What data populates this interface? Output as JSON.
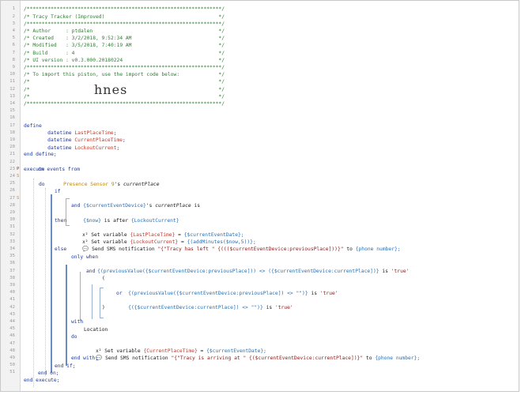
{
  "editor": {
    "lines": [
      {
        "n": "1",
        "t": "/*****************************************************************/",
        "c": "cm"
      },
      {
        "n": "2",
        "t": "/* Tracy Tracker (Improved)                                      */",
        "c": "cm"
      },
      {
        "n": "3",
        "t": "/*****************************************************************/",
        "c": "cm"
      },
      {
        "n": "4",
        "t": "/* Author     : ptdalen                                          */",
        "c": "cm"
      },
      {
        "n": "5",
        "t": "/* Created    : 3/2/2018, 9:52:34 AM                             */",
        "c": "cm"
      },
      {
        "n": "6",
        "t": "/* Modified   : 3/5/2018, 7:40:19 AM                             */",
        "c": "cm"
      },
      {
        "n": "7",
        "t": "/* Build      : 4                                                */",
        "c": "cm"
      },
      {
        "n": "8",
        "t": "/* UI version : v0.3.000.20180224                                */",
        "c": "cm"
      },
      {
        "n": "9",
        "t": "/*****************************************************************/",
        "c": "cm"
      },
      {
        "n": "10",
        "t": "/* To import this piston, use the import code below:             */",
        "c": "cm"
      },
      {
        "n": "11",
        "t": "/*                                                               */",
        "c": "cm"
      },
      {
        "n": "12",
        "t": "/*                                                               */",
        "c": "cm"
      },
      {
        "n": "13",
        "t": "/*                                                               */",
        "c": "cm"
      },
      {
        "n": "14",
        "t": "/*****************************************************************/",
        "c": "cm"
      },
      {
        "n": "15",
        "t": "",
        "c": ""
      },
      {
        "n": "16",
        "t": "",
        "c": ""
      },
      {
        "n": "17",
        "t": "define",
        "c": "kw"
      },
      {
        "n": "18",
        "t": "",
        "c": ""
      },
      {
        "n": "19",
        "t": "",
        "c": ""
      },
      {
        "n": "20",
        "t": "",
        "c": ""
      },
      {
        "n": "21",
        "t": "end define;",
        "c": "kw"
      },
      {
        "n": "22",
        "t": "",
        "c": ""
      },
      {
        "n": "23",
        "t": "execute",
        "c": "kw"
      },
      {
        "n": "24",
        "t": "",
        "c": ""
      },
      {
        "n": "25",
        "t": "",
        "c": ""
      },
      {
        "n": "26",
        "t": "",
        "c": ""
      },
      {
        "n": "27",
        "t": "",
        "c": ""
      },
      {
        "n": "28",
        "t": "",
        "c": ""
      },
      {
        "n": "29",
        "t": "",
        "c": ""
      },
      {
        "n": "30",
        "t": "",
        "c": ""
      },
      {
        "n": "31",
        "t": "",
        "c": ""
      },
      {
        "n": "32",
        "t": "",
        "c": ""
      },
      {
        "n": "33",
        "t": "",
        "c": ""
      },
      {
        "n": "34",
        "t": "",
        "c": ""
      },
      {
        "n": "35",
        "t": "",
        "c": ""
      },
      {
        "n": "36",
        "t": "",
        "c": ""
      },
      {
        "n": "37",
        "t": "",
        "c": ""
      },
      {
        "n": "38",
        "t": "",
        "c": ""
      },
      {
        "n": "39",
        "t": "",
        "c": ""
      },
      {
        "n": "40",
        "t": "",
        "c": ""
      },
      {
        "n": "41",
        "t": "",
        "c": ""
      },
      {
        "n": "42",
        "t": "",
        "c": ""
      },
      {
        "n": "43",
        "t": "",
        "c": ""
      },
      {
        "n": "44",
        "t": "",
        "c": ""
      },
      {
        "n": "45",
        "t": "",
        "c": ""
      },
      {
        "n": "46",
        "t": "",
        "c": ""
      },
      {
        "n": "47",
        "t": "",
        "c": ""
      },
      {
        "n": "48",
        "t": "",
        "c": ""
      },
      {
        "n": "49",
        "t": "",
        "c": ""
      },
      {
        "n": "50",
        "t": "",
        "c": ""
      },
      {
        "n": "51",
        "t": "",
        "c": ""
      }
    ],
    "import_code": "hnes",
    "markers": {
      "m23": "P",
      "m24": "S",
      "m27": "S"
    },
    "define": {
      "type": "datetime",
      "var1": "LastPlaceTime",
      "var2": "CurrentPlaceTime",
      "var3": "LockoutCurrent"
    },
    "on_events": "on events from",
    "device": "Presence Sensor 9",
    "device_attr_suffix": "'s",
    "attr": "currentPlace",
    "do": "do",
    "if": "if",
    "cond1_expr": "{$currentEventDevice}",
    "cond1_suffix": "'s",
    "cond1_attr": "currentPlace",
    "cond1_op": "is",
    "and": "and",
    "cond2_expr": "{$now}",
    "cond2_op": "is after",
    "cond2_val": "{LockoutCurrent}",
    "then": "then",
    "set1": "Set variable",
    "set1_var": "{LastPlaceTime}",
    "set1_eq": "=",
    "set1_val": "{$currentEventDate};",
    "set2": "Set variable",
    "set2_var": "{LockoutCurrent}",
    "set2_eq": "=",
    "set2_val": "{(addMinutes($now,5))};",
    "sms1": "Send SMS notification",
    "sms1_msg": "\"{\"Tracy has left \" {((($currentEventDevice:previousPlace]))}\"",
    "sms1_to": "to",
    "sms1_num": "{phone number};",
    "else": "else",
    "only_when": "only when",
    "ow1": "{(previousValue({$currentEventDevice:previousPlace])) <> ({$currentEventDevice:currentPlace])}",
    "ow1_op": "is",
    "ow1_val": "'true'",
    "and2": "and",
    "paren_open": "(",
    "ow2": "{(previousValue({$currentEventDevice:previousPlace]) <> \"\")}",
    "ow2_op": "is",
    "ow2_val": "'true'",
    "or": "or",
    "ow3": "{({$currentEventDevice:currentPlace]) <> \"\")}",
    "ow3_op": "is",
    "ow3_val": "'true'",
    "paren_close": ")",
    "with": "with",
    "location": "Location",
    "do2": "do",
    "set3": "Set variable",
    "set3_var": "{CurrentPlaceTime}",
    "set3_eq": "=",
    "set3_val": "{$currentEventDate};",
    "sms2": "Send SMS notification",
    "sms2_msg": "\"{\"Tracy is arriving at \" {($currentEventDevice:currentPlace])}\"",
    "sms2_to": "to",
    "sms2_num": "{phone number};",
    "end_with": "end with;",
    "end_if": "end if;",
    "end_on": "end on;",
    "end_execute": "end execute;"
  }
}
